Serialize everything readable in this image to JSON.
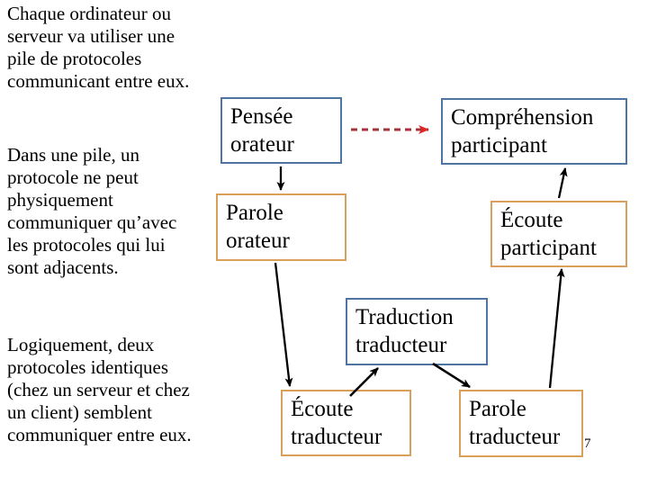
{
  "colors": {
    "box_border_blue": "#4f74a2",
    "box_border_orange": "#d9a05b",
    "dashed_arrow_red": "#a33439",
    "dashed_arrow_head_red": "#dd2828",
    "arrow_black": "#000000",
    "slide_bg": "#ffffff",
    "text_black": "#000000"
  },
  "slide": {
    "page_number": "7"
  },
  "paragraphs": [
    {
      "text": "Chaque ordinateur ou\nserveur va utiliser une\npile de protocoles\ncommunicant entre eux."
    },
    {
      "text": "Dans une pile, un\nprotocole ne peut\nphysiquement\ncommuniquer qu’avec\nles protocoles qui lui\nsont adjacents."
    },
    {
      "text": "Logiquement, deux\nprotocoles identiques\n(chez un serveur et chez\nun client) semblent\ncommuniquer entre eux."
    }
  ],
  "diagram": {
    "boxes": [
      {
        "id": "pensee-orateur",
        "line1": "Pensée",
        "line2": "orateur",
        "border": "blue"
      },
      {
        "id": "comprehension-participant",
        "line1": "Compréhension",
        "line2": "participant",
        "border": "blue"
      },
      {
        "id": "parole-orateur",
        "line1": "Parole",
        "line2": "orateur",
        "border": "orange"
      },
      {
        "id": "ecoute-participant",
        "line1": "Écoute",
        "line2": "participant",
        "border": "orange"
      },
      {
        "id": "traduction-traducteur",
        "line1": "Traduction",
        "line2": "traducteur",
        "border": "blue"
      },
      {
        "id": "ecoute-traducteur",
        "line1": "Écoute",
        "line2": "traducteur",
        "border": "orange"
      },
      {
        "id": "parole-traducteur",
        "line1": "Parole",
        "line2": "traducteur",
        "border": "orange"
      }
    ],
    "connections": [
      {
        "from": "pensee-orateur",
        "to": "parole-orateur",
        "style": "solid-black"
      },
      {
        "from": "pensee-orateur",
        "to": "comprehension-participant",
        "style": "dashed-red"
      },
      {
        "from": "parole-orateur",
        "to": "ecoute-traducteur",
        "style": "solid-black"
      },
      {
        "from": "ecoute-traducteur",
        "to": "traduction-traducteur",
        "style": "solid-black"
      },
      {
        "from": "traduction-traducteur",
        "to": "parole-traducteur",
        "style": "solid-black"
      },
      {
        "from": "parole-traducteur",
        "to": "ecoute-participant",
        "style": "solid-black"
      },
      {
        "from": "ecoute-participant",
        "to": "comprehension-participant",
        "style": "solid-black"
      }
    ]
  }
}
